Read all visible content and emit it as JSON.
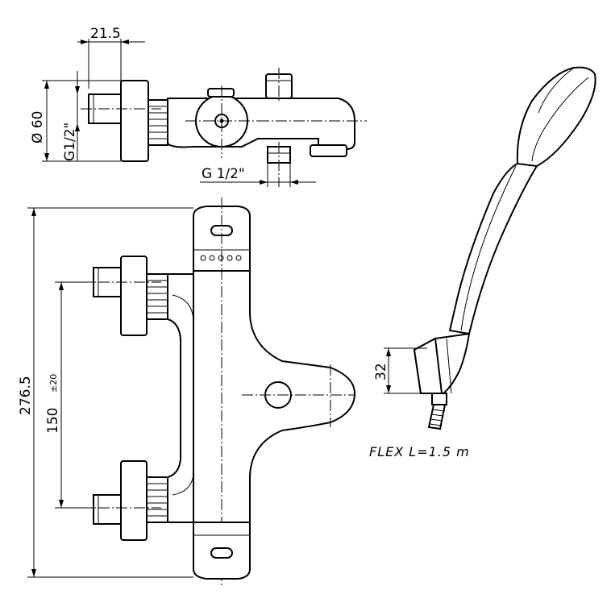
{
  "dimensions": {
    "inlet_offset": "21.5",
    "body_diameter": "Ø 60",
    "inlet_thread": "G1/2\"",
    "outlet_thread": "G 1/2\"",
    "total_height": "276.5",
    "centre_distance": "150",
    "centre_tolerance": "±20",
    "handle_holder": "32"
  },
  "notes": {
    "hose": "FLEX L=1.5 m"
  }
}
